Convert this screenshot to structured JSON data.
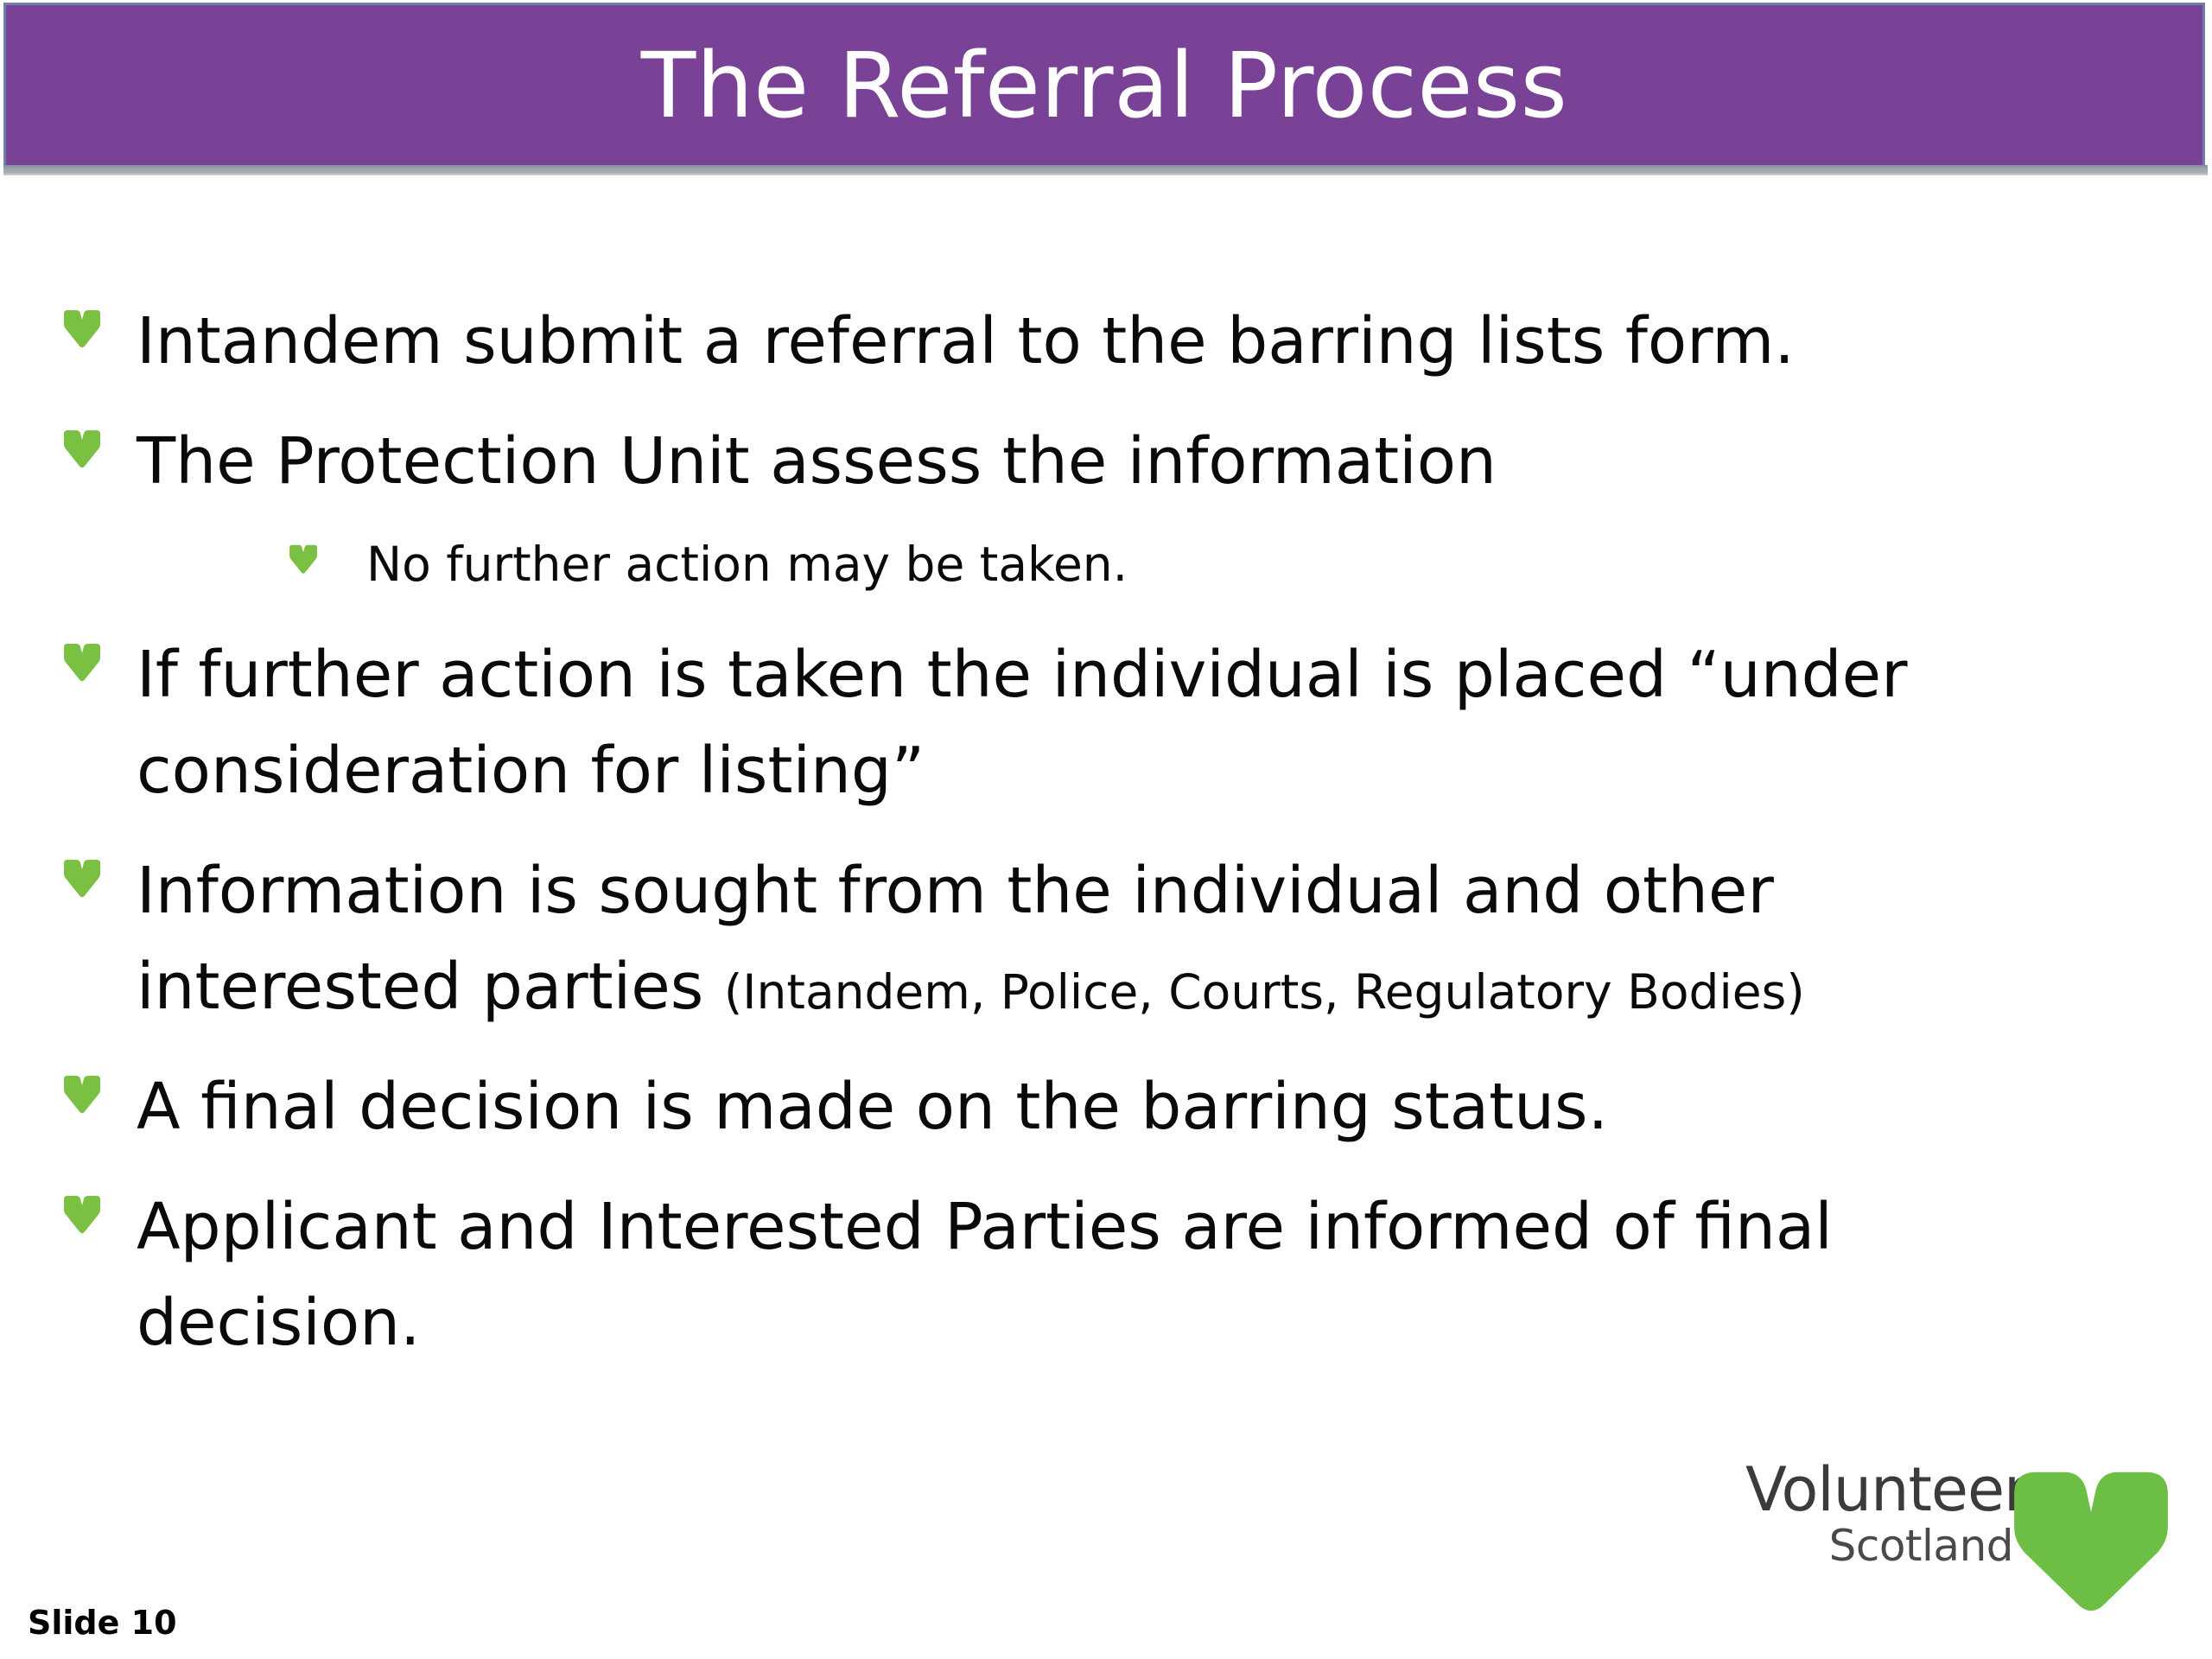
{
  "header": {
    "title": "The Referral Process",
    "background_color": "#7A4296",
    "title_color": "#FFFFFF",
    "border_color": "#6E7FA8",
    "shadow_color": "#A8ACAF"
  },
  "theme": {
    "bullet_green": "#7AC143",
    "logo_green": "#6CBE45",
    "body_text_color": "#0A0A0A",
    "logo_text_color": "#3B3B3B"
  },
  "body": {
    "bullets": [
      {
        "level": 1,
        "bullet_icon": "heart-bullet-icon",
        "text": "Intandem submit a referral to the barring lists form.",
        "note": ""
      },
      {
        "level": 1,
        "bullet_icon": "heart-bullet-icon",
        "text": "The Protection Unit assess the information",
        "note": ""
      },
      {
        "level": 2,
        "bullet_icon": "heart-bullet-icon",
        "text": "No further action may be taken.",
        "note": ""
      },
      {
        "level": 1,
        "bullet_icon": "heart-bullet-icon",
        "text": "If further action is taken the individual is placed “under consideration for listing”",
        "note": ""
      },
      {
        "level": 1,
        "bullet_icon": "heart-bullet-icon",
        "text": "Information is sought from the individual and other interested parties ",
        "note": "(Intandem, Police, Courts, Regulatory Bodies)"
      },
      {
        "level": 1,
        "bullet_icon": "heart-bullet-icon",
        "text": "A final decision is made on the barring status.",
        "note": ""
      },
      {
        "level": 1,
        "bullet_icon": "heart-bullet-icon",
        "text": "Applicant and Interested Parties are informed of final decision.",
        "note": ""
      }
    ]
  },
  "logo": {
    "line1": "Volunteer",
    "line2": "Scotland",
    "icon": "volunteer-scotland-heart-icon"
  },
  "footer": {
    "slide_number": "Slide 10"
  }
}
